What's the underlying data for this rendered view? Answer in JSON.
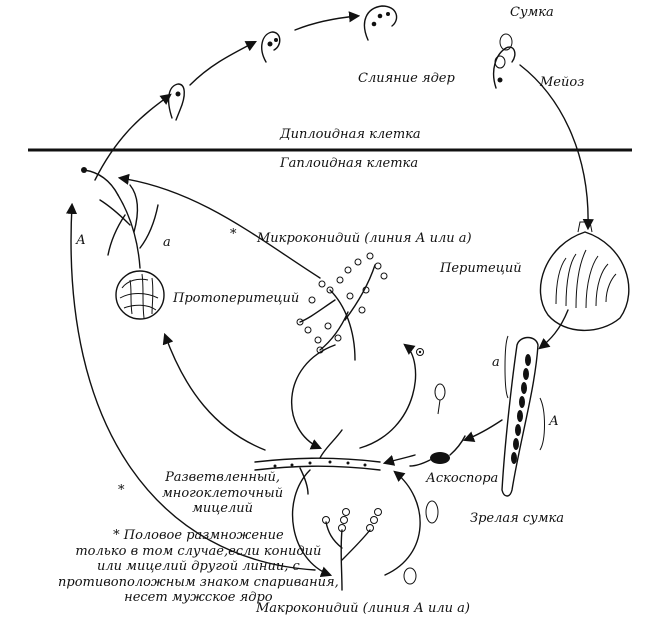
{
  "labels": {
    "sumka": "Сумка",
    "fusion": "Слияние ядер",
    "meiosis": "Мейоз",
    "diploid": "Диплоидная клетка",
    "haploid": "Гаплоидная клетка",
    "microconidium": "Микроконидий (линия А или а)",
    "perithecium": "Перитеций",
    "protoperithecium": "Протоперитеций",
    "line_A_left": "А",
    "line_a_left": "а",
    "line_a_ascus": "а",
    "line_A_ascus": "А",
    "mycelium": "Разветвленный,\nмногоклеточный\nмицелий",
    "ascospore": "Аскоспора",
    "mature_ascus": "Зрелая сумка",
    "macroconidium": "Макроконидий (линия А или а)",
    "asterisk_left": "*",
    "asterisk_mid": "*",
    "footnote": "* Половое размножение\nтолько в том случае,если конидий\nили мицелий другой линии, с\nпротивоположным знаком спаривания,\nнесет мужское ядро"
  }
}
